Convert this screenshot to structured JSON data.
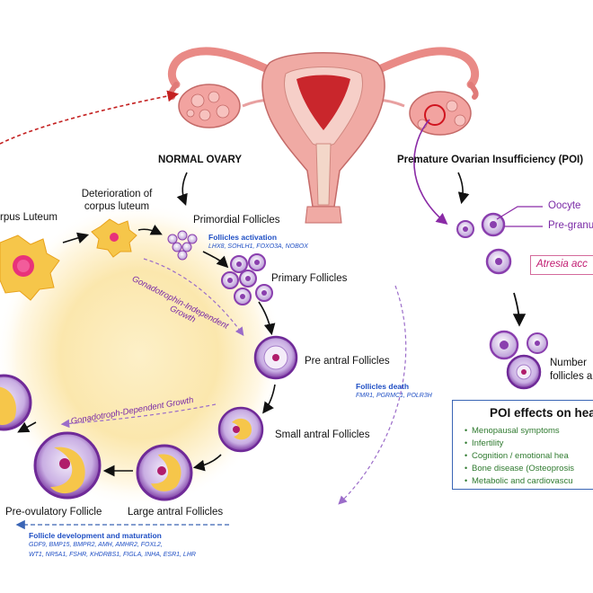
{
  "labels": {
    "normal_ovary": "NORMAL OVARY",
    "poi": "Premature Ovarian Insufficiency (POI)",
    "corpus_luteum": "rpus Luteum",
    "deterioration_line1": "Deterioration of",
    "deterioration_line2": "corpus luteum",
    "primordial": "Primordial Follicles",
    "primary": "Primary Follicles",
    "preantral": "Pre antral Follicles",
    "small_antral": "Small antral Follicles",
    "large_antral": "Large antral Follicles",
    "preovulatory": "Pre-ovulatory Follicle",
    "gonadotrophin_independent_line1": "Gonadotrophin-Independent",
    "gonadotrophin_independent_line2": "Growth",
    "gonadotroph_dependent": "Gonadotroph-Dependent Growth",
    "oocyte": "Oocyte",
    "pregranulosa": "Pre-granu",
    "atresia": "Atresia acc",
    "number_line1": "Number",
    "number_line2": "follicles a"
  },
  "annotations": {
    "activation_title": "Follicles activation",
    "activation_genes": "LHX8, SOHLH1, FOXO3A, NOBOX",
    "death_title": "Follicles death",
    "death_genes": "FMR1, PGRMC1, POLR3H",
    "development_title": "Follicle development and maturation",
    "development_genes_line1": "GDF9, BMP15, BMPR2, AMH, AMHR2, FOXL2,",
    "development_genes_line2": "WT1, NR5A1, FSHR, KHDRBS1, FIGLA, INHA, ESR1, LHR"
  },
  "effects": {
    "title": "POI effects on hea",
    "items": [
      "Menopausal symptoms",
      "Infertility",
      "Cognition / emotional hea",
      "Bone disease (Osteoprosis",
      "Metabolic and cardiovascu"
    ]
  },
  "colors": {
    "uterus": "#e98a86",
    "cycle_glow": "#f7d67a",
    "follicle_purple": "#8a3fae",
    "granulosa_yellow": "#f6c64a",
    "gene_blue": "#1f4fc4",
    "effects_green": "#2f7a2f",
    "atresia_pink": "#c0186f",
    "arrow_red": "#c42121"
  }
}
